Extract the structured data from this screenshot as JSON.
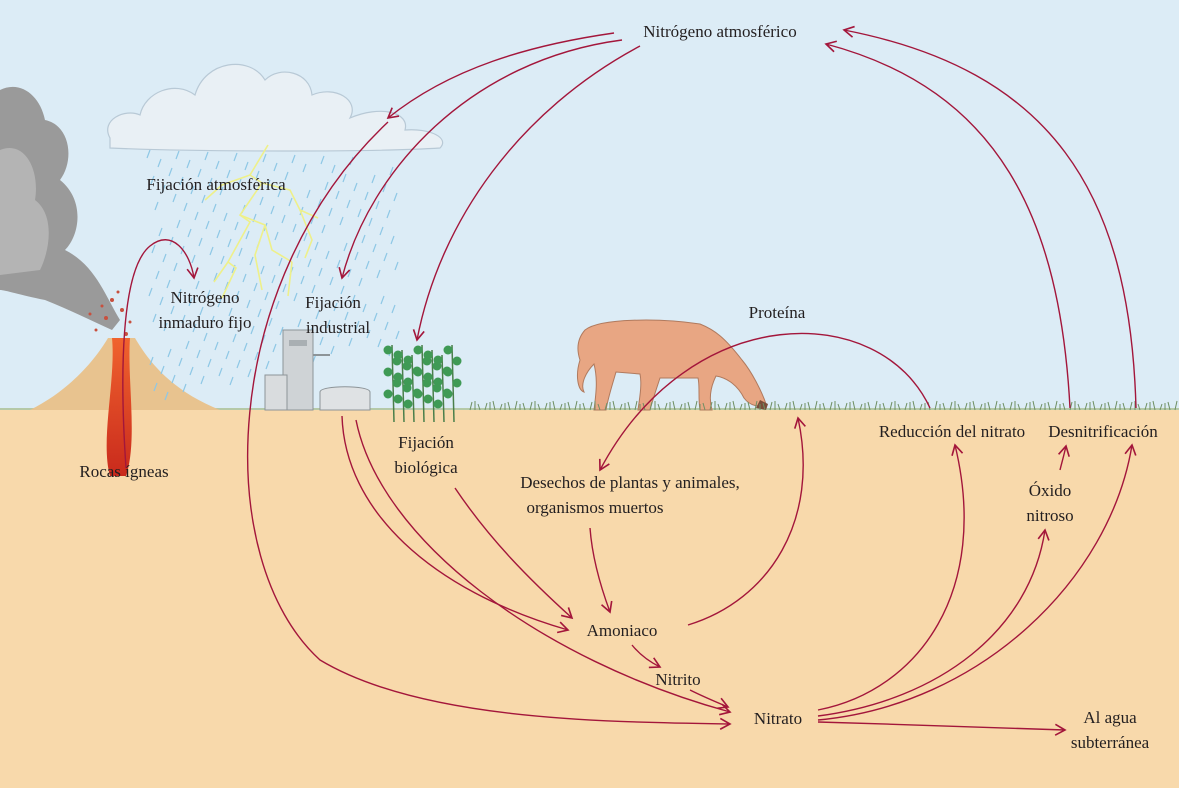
{
  "labels": {
    "atmospheric_nitrogen": "Nitrógeno atmosférico",
    "atmospheric_fixation": "Fijación atmosférica",
    "immature_fixed_nitrogen_1": "Nitrógeno",
    "immature_fixed_nitrogen_2": "inmaduro fijo",
    "industrial_fixation_1": "Fijación",
    "industrial_fixation_2": "industrial",
    "biological_fixation_1": "Fijación",
    "biological_fixation_2": "biológica",
    "igneous_rocks": "Rocas ígneas",
    "protein": "Proteína",
    "wastes_1": "Desechos de plantas y animales,",
    "wastes_2": "organismos muertos",
    "ammonia": "Amoniaco",
    "nitrite": "Nitrito",
    "nitrate": "Nitrato",
    "nitrate_reduction": "Reducción del nitrato",
    "denitrification": "Desnitrificación",
    "nitrous_oxide_1": "Óxido",
    "nitrous_oxide_2": "nitroso",
    "groundwater_1": "Al agua",
    "groundwater_2": "subterránea"
  },
  "colors": {
    "sky": "#dcecf6",
    "soil": "#f8d9ab",
    "arrow": "#a3163b",
    "rain": "#8ec7e6",
    "lightning": "#eef08a",
    "cloud": "#e9f0f5",
    "smoke": "#9a9a9a",
    "lava": "#e2452c",
    "cow": "#e8a683",
    "plant": "#3f9a55",
    "factory": "#cfd3d6",
    "grass": "#6f8f63"
  }
}
